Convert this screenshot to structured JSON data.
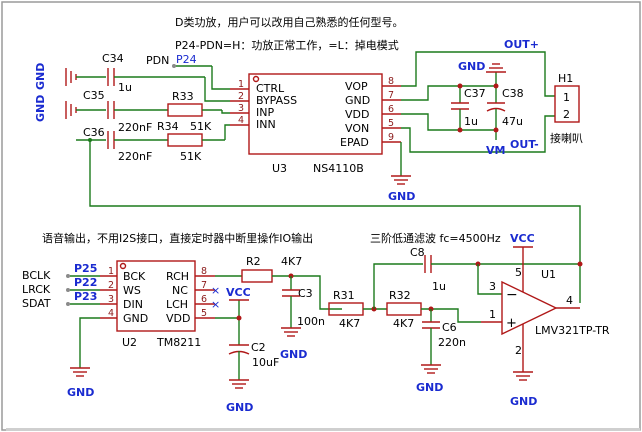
{
  "notes": {
    "line1": "D类功放，用户可以改用自己熟悉的任何型号。",
    "line2": "P24-PDN=H：功放正常工作，=L：掉电模式",
    "line3": "语音输出，不用I2S接口，直接定时器中断里操作IO输出",
    "line4": "三阶低通滤波 fc=4500Hz"
  },
  "nets": {
    "gnd": "GND",
    "vcc": "VCC",
    "vm": "VM",
    "out_p": "OUT+",
    "out_n": "OUT-",
    "pdn": "PDN",
    "p24": "P24",
    "p25": "P25",
    "p22": "P22",
    "p23": "P23",
    "bclk": "BCLK",
    "lrck": "LRCK",
    "sdat": "SDAT"
  },
  "components": {
    "C34": {
      "ref": "C34",
      "value": "1u"
    },
    "C35": {
      "ref": "C35",
      "value": "220nF"
    },
    "C36": {
      "ref": "C36",
      "value": "220nF"
    },
    "R33": {
      "ref": "R33",
      "value": ""
    },
    "R34": {
      "ref": "R34",
      "value": "51K"
    },
    "R34b": {
      "value": "51K"
    },
    "C37": {
      "ref": "C37",
      "value": "1u"
    },
    "C38": {
      "ref": "C38",
      "value": "47u"
    },
    "H1": {
      "ref": "H1",
      "label": "接喇叭",
      "pin1": "1",
      "pin2": "2"
    },
    "R2": {
      "ref": "R2",
      "value": "4K7"
    },
    "C3": {
      "ref": "C3",
      "value": "100n"
    },
    "C2": {
      "ref": "C2",
      "value": "10uF"
    },
    "R31": {
      "ref": "R31",
      "value": "4K7"
    },
    "R32": {
      "ref": "R32",
      "value": "4K7"
    },
    "C6": {
      "ref": "C6",
      "value": "220n"
    },
    "C8": {
      "ref": "C8",
      "value": "1u"
    }
  },
  "U3": {
    "ref": "U3",
    "part": "NS4110B",
    "left_pins": [
      {
        "num": "1",
        "name": "CTRL"
      },
      {
        "num": "2",
        "name": "BYPASS"
      },
      {
        "num": "3",
        "name": "INP"
      },
      {
        "num": "4",
        "name": "INN"
      }
    ],
    "right_pins": [
      {
        "num": "8",
        "name": "VOP"
      },
      {
        "num": "7",
        "name": "GND"
      },
      {
        "num": "6",
        "name": "VDD"
      },
      {
        "num": "5",
        "name": "VON"
      },
      {
        "num": "9",
        "name": "EPAD"
      }
    ]
  },
  "U2": {
    "ref": "U2",
    "part": "TM8211",
    "left_pins": [
      {
        "num": "1",
        "name": "BCK"
      },
      {
        "num": "2",
        "name": "WS"
      },
      {
        "num": "3",
        "name": "DIN"
      },
      {
        "num": "4",
        "name": "GND"
      }
    ],
    "right_pins": [
      {
        "num": "8",
        "name": "RCH"
      },
      {
        "num": "7",
        "name": "NC"
      },
      {
        "num": "6",
        "name": "LCH"
      },
      {
        "num": "5",
        "name": "VDD"
      }
    ]
  },
  "U1": {
    "ref": "U1",
    "part": "LMV321TP-TR",
    "pin_minus": "3",
    "pin_plus": "1",
    "pin_out": "4",
    "pin_vcc": "5",
    "pin_gnd": "2",
    "minus_sym": "−",
    "plus_sym": "+"
  }
}
